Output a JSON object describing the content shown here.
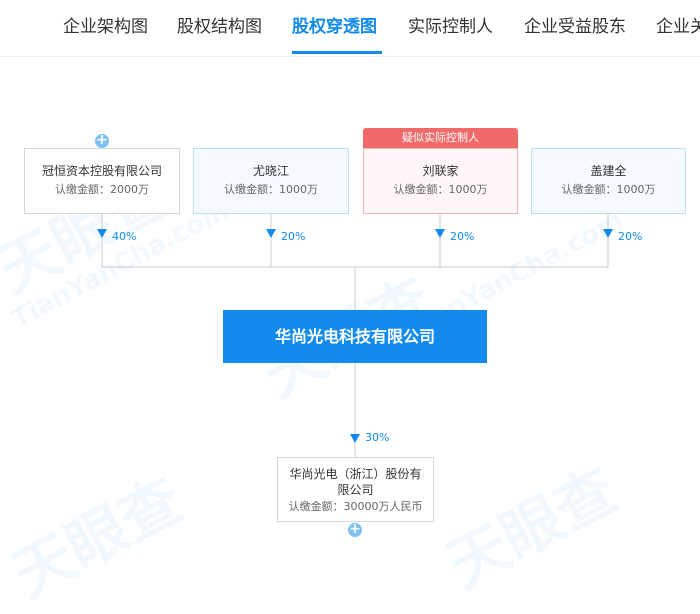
{
  "tabs": [
    {
      "label": "企业架构图"
    },
    {
      "label": "股权结构图"
    },
    {
      "label": "股权穿透图"
    },
    {
      "label": "实际控制人"
    },
    {
      "label": "企业受益股东"
    },
    {
      "label": "企业关"
    }
  ],
  "watermark": {
    "brand": "天眼查",
    "domain": "TianYanCha.com"
  },
  "shareholders": [
    {
      "name": "冠恒资本控股有限公司",
      "amount": "认缴金额：2000万",
      "percent": "40%"
    },
    {
      "name": "尤晓江",
      "amount": "认缴金额：1000万",
      "percent": "20%"
    },
    {
      "name": "刘联家",
      "amount": "认缴金额：1000万",
      "percent": "20%",
      "badge": "疑似实际控制人"
    },
    {
      "name": "盖建全",
      "amount": "认缴金额：1000万",
      "percent": "20%"
    }
  ],
  "company": {
    "name": "华尚光电科技有限公司"
  },
  "subsidiary": {
    "name": "华尚光电（浙江）股份有限公司",
    "amount": "认缴金额：30000万人民币",
    "percent": "30%"
  },
  "colors": {
    "accent": "#128bed",
    "badge": "#f06a6a"
  },
  "icons": {
    "expand": "plus-circle-icon",
    "arrow": "triangle-down-icon"
  }
}
